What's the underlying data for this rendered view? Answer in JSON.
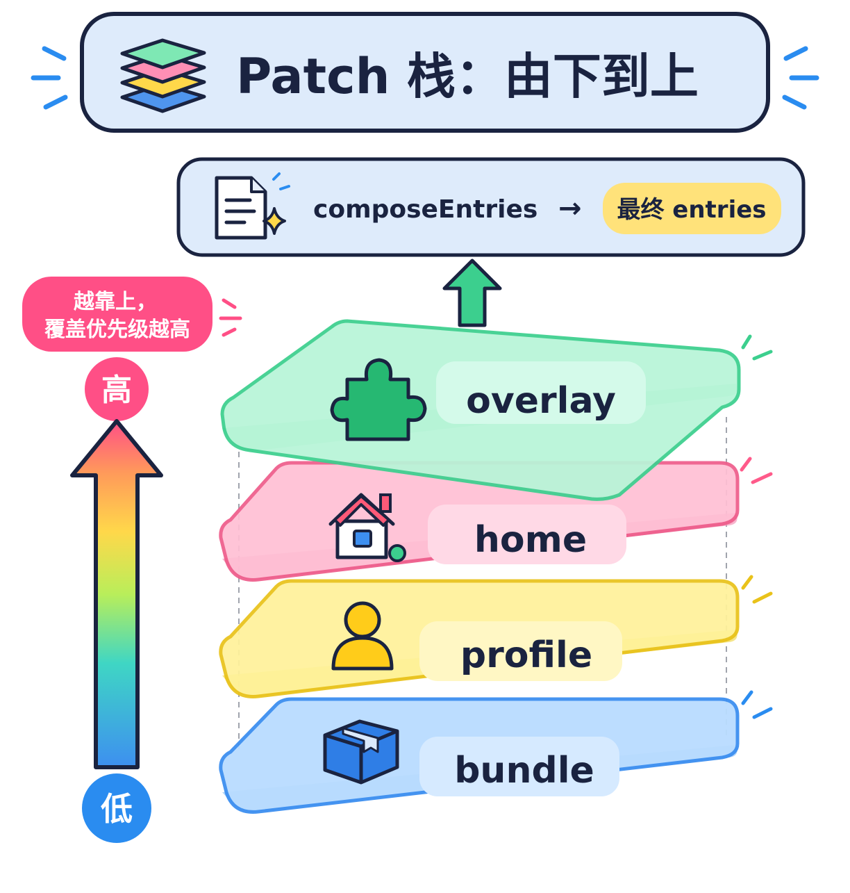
{
  "title": "Patch 栈：由下到上",
  "compose": {
    "function_label": "composeEntries",
    "arrow_glyph": "→",
    "result_label": "最终 entries"
  },
  "priority_note": {
    "line1": "越靠上，",
    "line2": "覆盖优先级越高"
  },
  "axis": {
    "high_label": "高",
    "low_label": "低"
  },
  "layers": [
    {
      "label": "overlay",
      "icon": "puzzle-icon",
      "fill": "#b8f5d8",
      "stroke": "#3ccf8e",
      "chip": "#d4faea"
    },
    {
      "label": "home",
      "icon": "house-icon",
      "fill": "#ffbfd4",
      "stroke": "#ee5c8a",
      "chip": "#ffd9e6"
    },
    {
      "label": "profile",
      "icon": "person-icon",
      "fill": "#fff29a",
      "stroke": "#e9c21a",
      "chip": "#fff7c4"
    },
    {
      "label": "bundle",
      "icon": "box-icon",
      "fill": "#b9dcff",
      "stroke": "#3d8ff0",
      "chip": "#d6eaff"
    }
  ],
  "colors": {
    "outline": "#1a2340",
    "panel_fill": "#deebfb",
    "result_chip": "#ffe27a",
    "note_pink": "#ff4f86",
    "high_badge": "#ff4f86",
    "low_badge": "#2a8cf0",
    "up_arrow": "#3ccf8e",
    "spark_blue": "#2a8cf0"
  }
}
